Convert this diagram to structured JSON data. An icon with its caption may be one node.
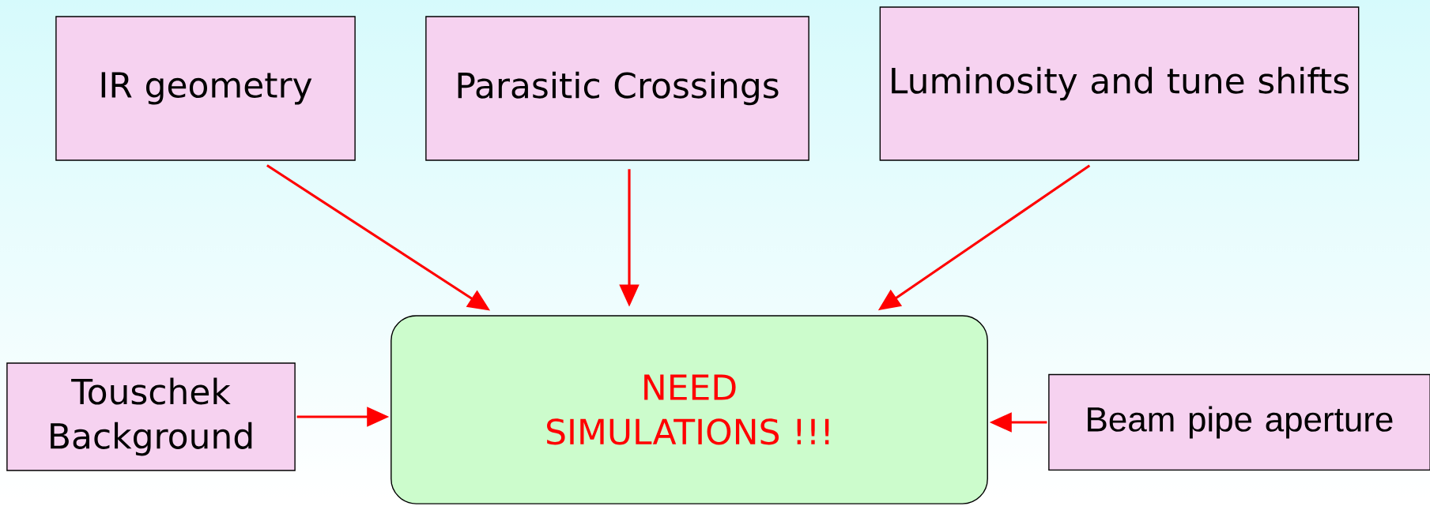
{
  "diagram": {
    "nodes": [
      {
        "text": [
          "IR geometry"
        ]
      },
      {
        "text": [
          "Parasitic Crossings"
        ]
      },
      {
        "text": [
          "Luminosity and tune shifts"
        ]
      },
      {
        "text": [
          "Touschek Background"
        ]
      },
      {
        "text": [
          "NEED SIMULATIONS !!!"
        ]
      },
      {
        "text": [
          "Beam pipe aperture"
        ]
      }
    ],
    "edges": [
      {
        "from": 0,
        "to": 4,
        "arrow": "to"
      },
      {
        "from": 1,
        "to": 4,
        "arrow": "to"
      },
      {
        "from": 2,
        "to": 4,
        "arrow": "to"
      },
      {
        "from": 3,
        "to": 4,
        "arrow": "to"
      },
      {
        "from": 5,
        "to": 4,
        "arrow": "to"
      }
    ]
  }
}
